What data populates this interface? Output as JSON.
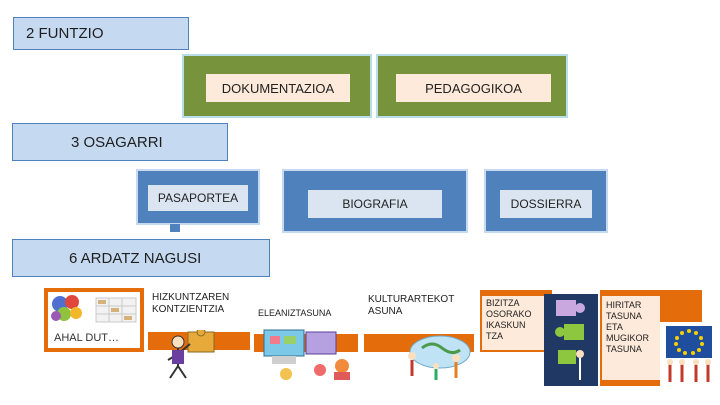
{
  "headers": {
    "funtzio": "2 FUNTZIO",
    "osagarri": "3 OSAGARRI",
    "ardatz": "6 ARDATZ NAGUSI"
  },
  "funtzio": {
    "dokumentazioa": "DOKUMENTAZIOA",
    "pedagogikoa": "PEDAGOGIKOA"
  },
  "osagarri": {
    "pasaportea": "PASAPORTEA",
    "biografia": "BIOGRAFIA",
    "dossierra": "DOSSIERRA"
  },
  "ardatz": {
    "ahal_dut": "AHAL DUT…",
    "hizkuntzaren": "HIZKUNTZAREN KONTZIENTZIA",
    "eleaniztasuna": "ELEANIZTASUNA",
    "kulturartekotasuna": "KULTURARTEKOT ASUNA",
    "bizitza": "BIZITZA OSORAKO IKASKUN TZA",
    "hiritartasuna": "HIRITAR TASUNA ETA MUGIKOR TASUNA"
  },
  "colors": {
    "header_fill": "#c5d9f1",
    "green": "#77933c",
    "blue": "#4f81bd",
    "orange": "#e46c0a",
    "peach": "#fdeada"
  },
  "icons": [
    "puzzle-image",
    "computer-kids-image",
    "children-globe-image",
    "puzzle-figure-image",
    "eu-flag-image"
  ]
}
